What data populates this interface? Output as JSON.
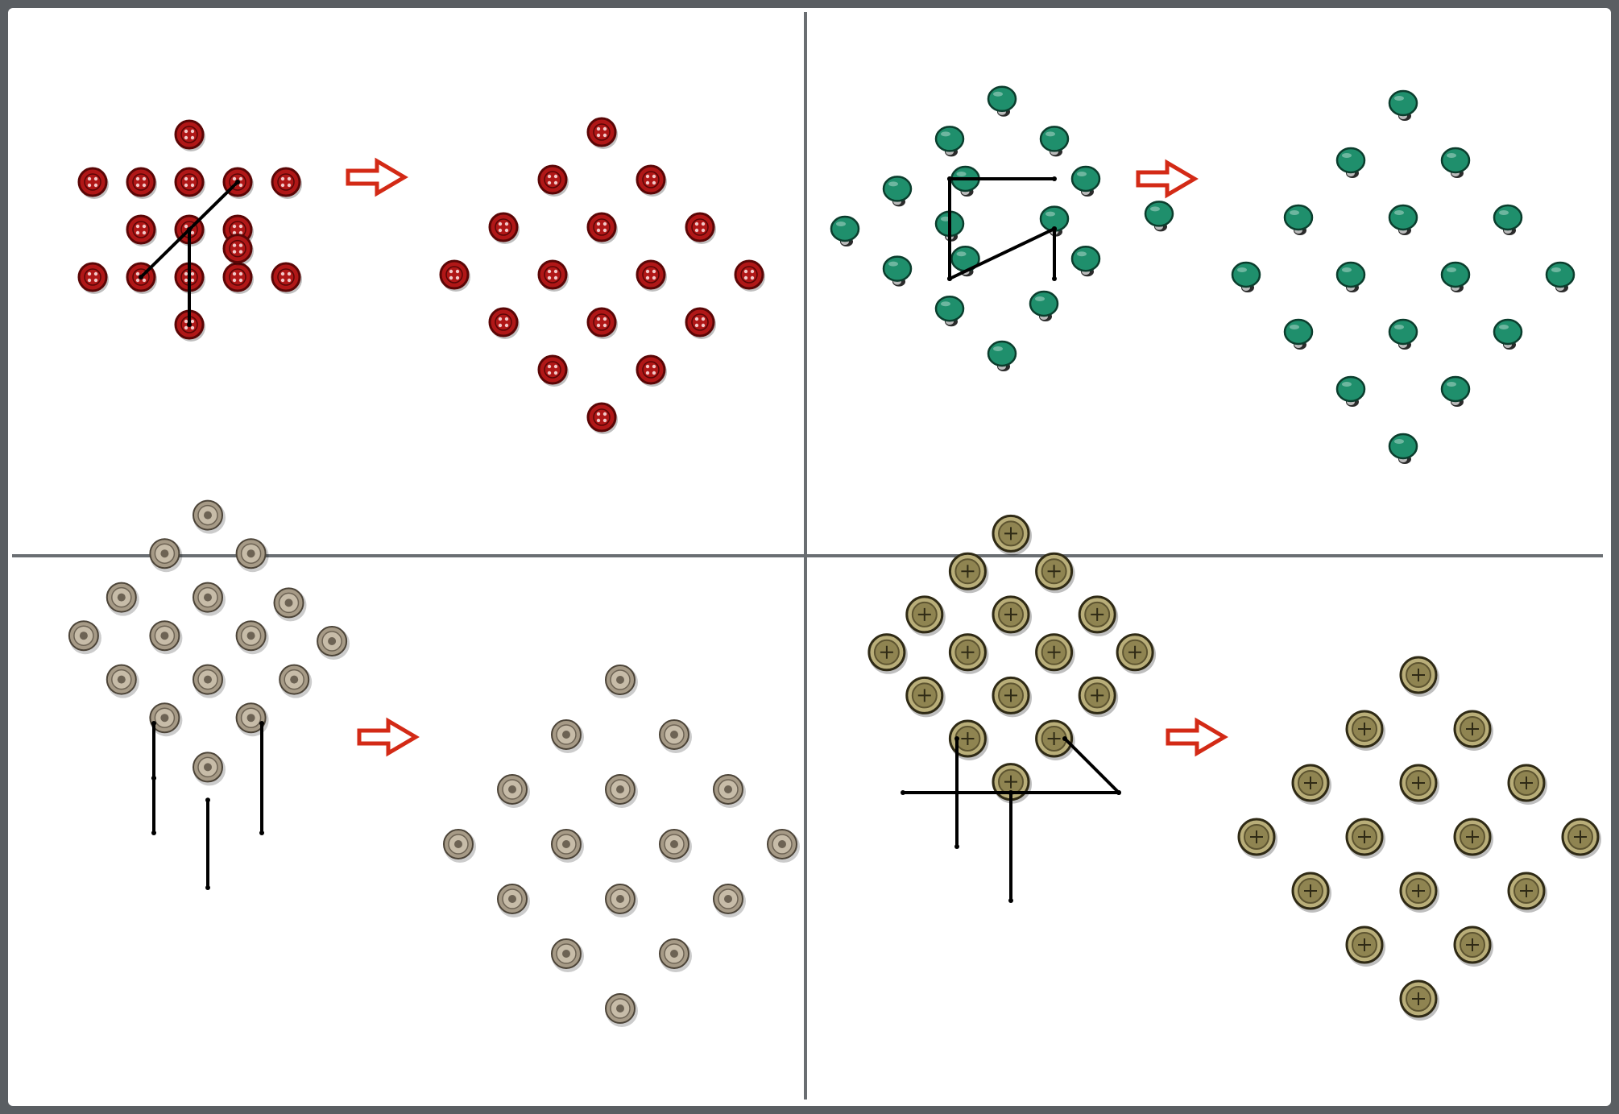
{
  "puzzle": {
    "instruction": "",
    "panels": [
      {
        "id": "red-buttons",
        "piece": "red-button",
        "colors": {
          "fill": "#b01717",
          "rim": "#5a0606",
          "hole": "#f2c9c9"
        },
        "before": [
          [
            0,
            0
          ],
          [
            -2,
            1
          ],
          [
            -1,
            1
          ],
          [
            0,
            1
          ],
          [
            1,
            1
          ],
          [
            2,
            1
          ],
          [
            -1,
            2
          ],
          [
            0,
            2
          ],
          [
            1,
            2
          ],
          [
            -2,
            3
          ],
          [
            -1,
            3
          ],
          [
            0,
            3
          ],
          [
            1,
            3
          ],
          [
            2,
            3
          ],
          [
            0,
            4
          ],
          [
            1,
            2.4
          ]
        ],
        "before_exact": true,
        "moves": [
          [
            [
              -1,
              3
            ],
            [
              1,
              1
            ]
          ],
          [
            [
              0,
              2
            ],
            [
              0,
              4
            ]
          ]
        ],
        "after": "diamond"
      },
      {
        "id": "green-pins",
        "piece": "green-pin",
        "colors": {
          "fill": "#1f8f6c",
          "rim": "#0b3d2d",
          "hole": "#ffffff"
        },
        "moves": [
          [
            [
              -1,
              1
            ],
            [
              1,
              1
            ]
          ],
          [
            [
              -1,
              1
            ],
            [
              -1,
              3
            ]
          ],
          [
            [
              -1,
              3
            ],
            [
              1,
              2
            ]
          ],
          [
            [
              1,
              2
            ],
            [
              1,
              3
            ]
          ]
        ],
        "after": "diamond"
      },
      {
        "id": "brass-snaps",
        "piece": "brass-snap",
        "colors": {
          "fill": "#a69a86",
          "rim": "#4c4438",
          "hole": "#6d6354"
        },
        "moves": [
          [
            [
              -1,
              1
            ],
            [
              -1,
              2
            ]
          ],
          [
            [
              -1,
              2
            ],
            [
              -1,
              3
            ]
          ],
          [
            [
              0,
              2.4
            ],
            [
              0,
              4
            ]
          ],
          [
            [
              1,
              1
            ],
            [
              1,
              3
            ]
          ]
        ],
        "after": "diamond"
      },
      {
        "id": "gold-coins",
        "piece": "gold-coin",
        "colors": {
          "fill": "#b9ae79",
          "rim": "#2f2a15",
          "hole": "#5d5430"
        },
        "moves": [
          [
            [
              -1,
              1
            ],
            [
              -1,
              3
            ]
          ],
          [
            [
              0,
              2
            ],
            [
              0,
              4
            ]
          ],
          [
            [
              -2,
              2
            ],
            [
              2,
              2
            ]
          ],
          [
            [
              1,
              1
            ],
            [
              2,
              2
            ]
          ]
        ],
        "after": "diamond"
      }
    ],
    "arrow_color": "#d32a16",
    "frame_color": "#5a5e62",
    "divider_color": "#6a6e72"
  }
}
